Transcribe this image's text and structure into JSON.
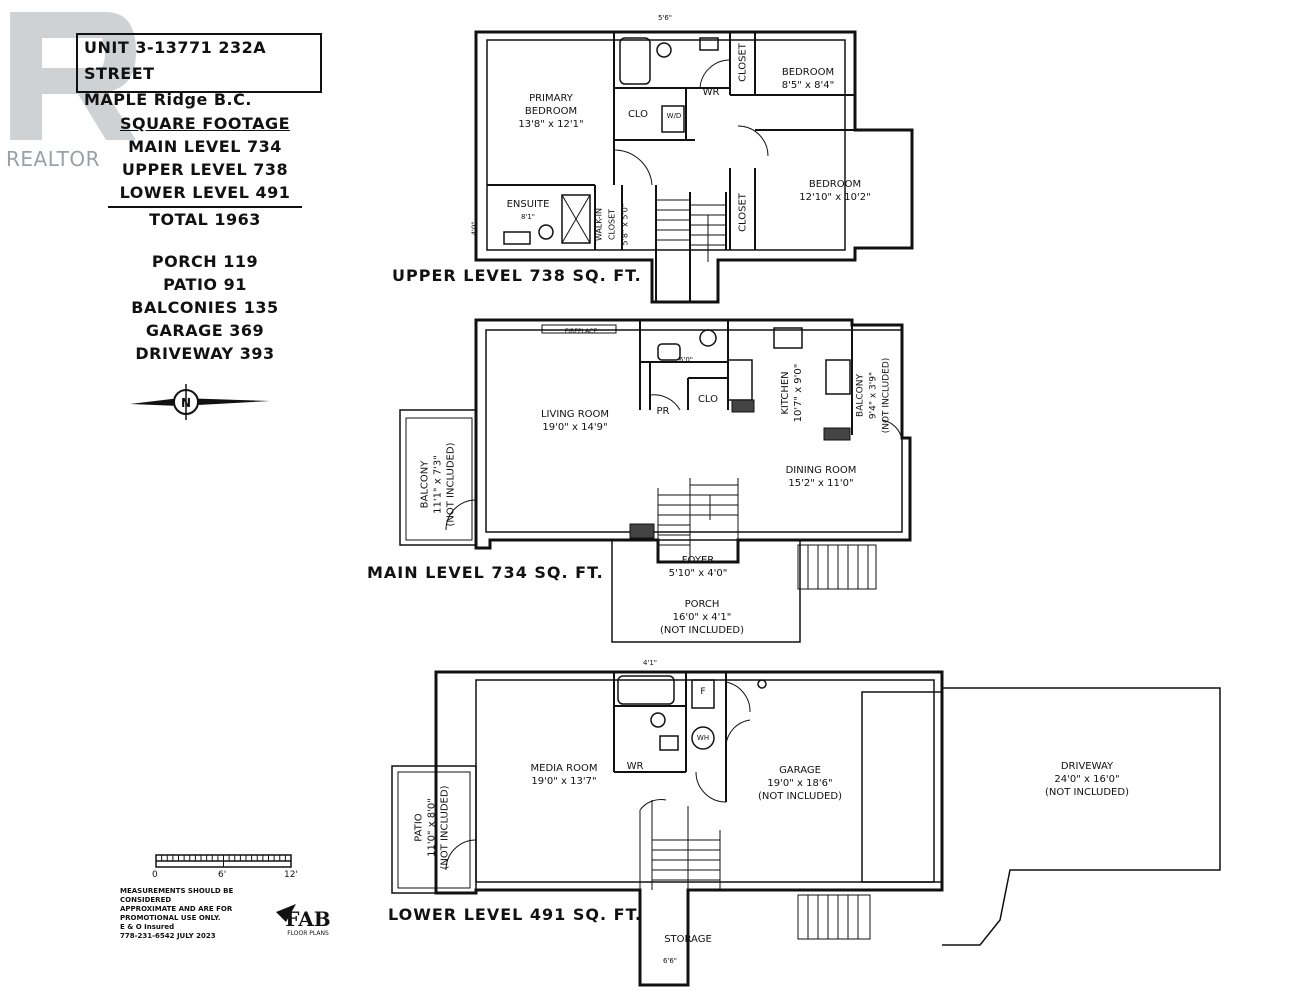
{
  "watermark": {
    "text": "REALTOR",
    "color": "#9aa0a6"
  },
  "address": {
    "line1": "UNIT 3-13771 232A STREET",
    "line2": "MAPLE Ridge B.C."
  },
  "square_footage": {
    "heading": "SQUARE FOOTAGE",
    "main": "MAIN LEVEL 734",
    "upper": "UPPER LEVEL 738",
    "lower": "LOWER LEVEL 491",
    "total": "TOTAL 1963"
  },
  "extras": {
    "porch": "PORCH 119",
    "patio": "PATIO 91",
    "balconies": "BALCONIES 135",
    "garage": "GARAGE 369",
    "driveway": "DRIVEWAY 393"
  },
  "compass": {
    "label": "N"
  },
  "scale": {
    "ticks": [
      "0",
      "6'",
      "12'"
    ]
  },
  "disclaimer": {
    "line1": "MEASUREMENTS SHOULD BE CONSIDERED",
    "line2": "APPROXIMATE AND ARE FOR",
    "line3": "PROMOTIONAL USE ONLY.",
    "line4": "E & O Insured",
    "line5": "778-231-6542  JULY 2023"
  },
  "logo": {
    "text": "FAB",
    "sub": "FLOOR PLANS"
  },
  "levels": {
    "upper": "UPPER LEVEL 738 SQ. FT.",
    "main": "MAIN LEVEL 734 SQ. FT.",
    "lower": "LOWER LEVEL 491 SQ. FT."
  },
  "rooms": {
    "primary_bedroom": {
      "name": "PRIMARY BEDROOM",
      "dims": "13'8\" x 12'1\""
    },
    "bedroom1": {
      "name": "BEDROOM",
      "dims": "8'5\" x 8'4\""
    },
    "bedroom2": {
      "name": "BEDROOM",
      "dims": "12'10\" x 10'2\""
    },
    "ensuite": {
      "name": "ENSUITE",
      "dims": "8'1\""
    },
    "walkin": {
      "name": "WALK-IN CLOSET",
      "dims": "5'8\" x 5'0\""
    },
    "clo_upper": "CLO",
    "wr_upper": "WR",
    "closet_a": "CLOSET",
    "closet_b": "CLOSET",
    "wd": "W/D",
    "fireplace": "FIREPLACE",
    "living": {
      "name": "LIVING ROOM",
      "dims": "19'0\" x 14'9\""
    },
    "kitchen": {
      "name": "KITCHEN",
      "dims": "10'7\" x 9'0\""
    },
    "balcony_main_right": {
      "name": "BALCONY",
      "dims": "9'4\" x 3'9\"",
      "note": "(NOT INCLUDED)"
    },
    "balcony_main_left": {
      "name": "BALCONY",
      "dims": "11'1\" x 7'3\"",
      "note": "(NOT INCLUDED)"
    },
    "dining": {
      "name": "DINING ROOM",
      "dims": "15'2\" x 11'0\""
    },
    "pr": "PR",
    "clo_main": "CLO",
    "foyer": {
      "name": "FOYER",
      "dims": "5'10\" x 4'0\""
    },
    "porch": {
      "name": "PORCH",
      "dims": "16'0\" x 4'1\"",
      "note": "(NOT INCLUDED)"
    },
    "media": {
      "name": "MEDIA ROOM",
      "dims": "19'0\" x 13'7\""
    },
    "garage": {
      "name": "GARAGE",
      "dims": "19'0\" x 18'6\"",
      "note": "(NOT INCLUDED)"
    },
    "driveway": {
      "name": "DRIVEWAY",
      "dims": "24'0\" x 16'0\"",
      "note": "(NOT INCLUDED)"
    },
    "patio": {
      "name": "PATIO",
      "dims": "11'0\" x 8'0\"",
      "note": "(NOT INCLUDED)"
    },
    "wr_lower": "WR",
    "wh": "WH",
    "f": "F",
    "storage": "STORAGE"
  },
  "dimension_notes": {
    "upper_top": "5'6\"",
    "upper_left": "4'0\"",
    "main_bath": "6'0\"",
    "lower_top": "4'1\"",
    "lower_storage": "6'6\""
  }
}
